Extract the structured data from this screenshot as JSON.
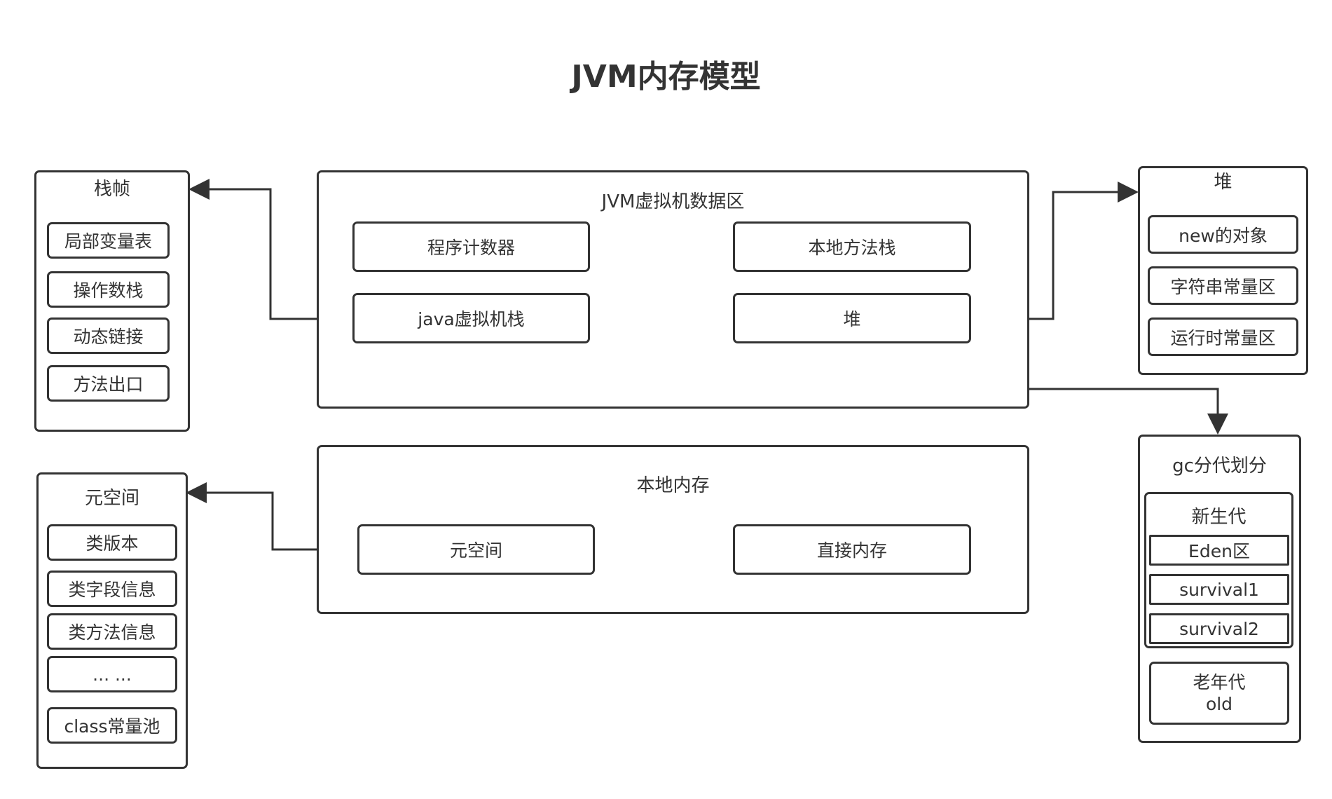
{
  "title": "JVM内存模型",
  "stack_frame": {
    "title": "栈帧",
    "items": [
      "局部变量表",
      "操作数栈",
      "动态链接",
      "方法出口"
    ]
  },
  "jvm_area": {
    "title": "JVM虚拟机数据区",
    "program_counter": "程序计数器",
    "native_method_stack": "本地方法栈",
    "java_vm_stack": "java虚拟机栈",
    "heap": "堆"
  },
  "heap_panel": {
    "title": "堆",
    "items": [
      "new的对象",
      "字符串常量区",
      "运行时常量区"
    ]
  },
  "native_memory": {
    "title": "本地内存",
    "metaspace": "元空间",
    "direct_memory": "直接内存"
  },
  "metaspace_panel": {
    "title": "元空间",
    "items": [
      "类版本",
      "类字段信息",
      "类方法信息",
      "... ...",
      "class常量池"
    ]
  },
  "gc_panel": {
    "title": "gc分代划分",
    "young": {
      "title": "新生代",
      "items": [
        "Eden区",
        "survival1",
        "survival2"
      ]
    },
    "old_line1": "老年代",
    "old_line2": "old"
  },
  "colors": {
    "stroke": "#333333",
    "background": "#ffffff"
  }
}
